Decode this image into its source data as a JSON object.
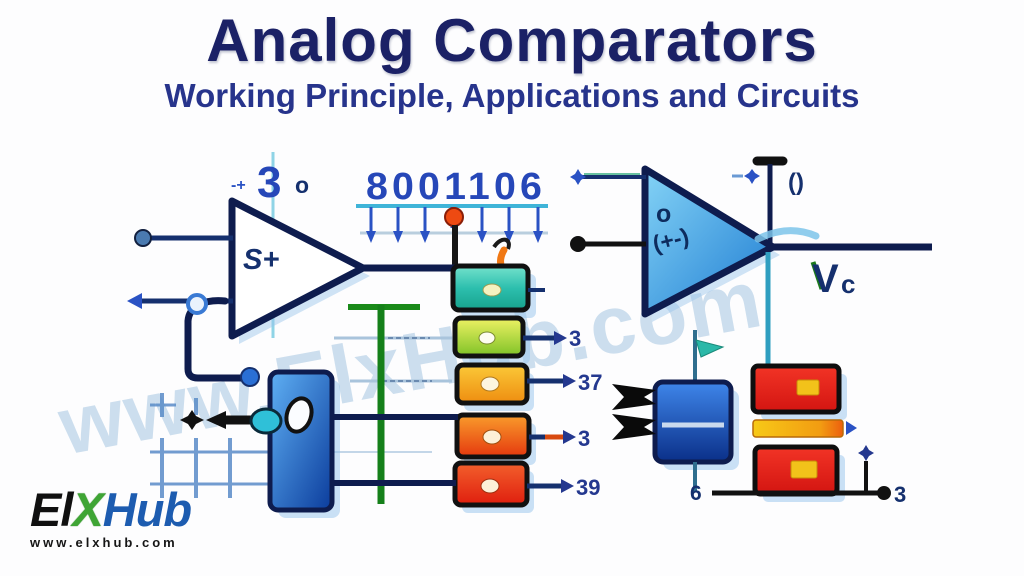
{
  "header": {
    "title": "Analog Comparators",
    "subtitle": "Working Principle, Applications and Circuits"
  },
  "watermark": "www.ElxHub.com",
  "logo": {
    "black": "El",
    "green": "X",
    "blue": "Hub",
    "website": "www.elxhub.com"
  },
  "diagram": {
    "comp1": {
      "supply_prefix": "-+",
      "supply_value": "3",
      "supply_suffix": "o",
      "inner": "S+"
    },
    "binary_readout": "8001106",
    "comp2": {
      "inner_top": "o",
      "inner_side": "(+-)",
      "terminal_label": "()",
      "output_v": "V",
      "output_sub": "c"
    },
    "stack_labels": [
      "3",
      "37",
      "3",
      "39"
    ],
    "bottom_left_label": "6",
    "bottom_right_label": "3"
  },
  "colors": {
    "title_navy": "#1b2166",
    "subtitle_blue": "#27348c",
    "digit_blue": "#2647b8",
    "wire_navy": "#0e1c4e",
    "teal_block": "#2dbfae",
    "lime_block": "#9ed32e",
    "orange_block": "#f5a623",
    "orange_red_block": "#ee6a12",
    "red_block": "#e8301a",
    "green_wire": "#1a8a1a",
    "ic_blue": "#2a6fe0",
    "watermark_blue": "#a5c3de"
  }
}
